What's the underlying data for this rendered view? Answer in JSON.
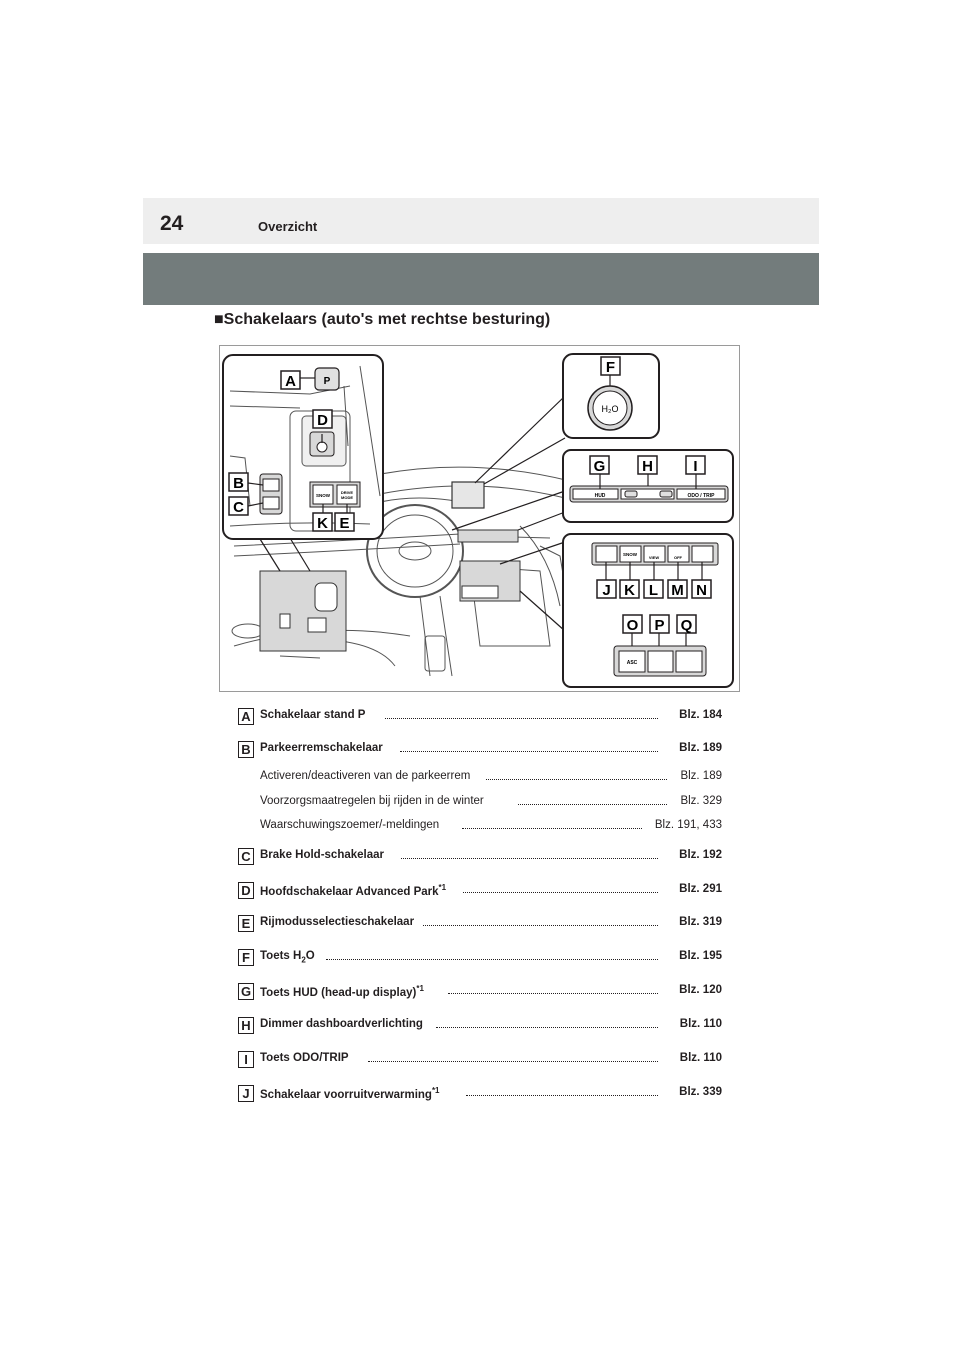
{
  "header": {
    "page_number": "24",
    "chapter": "Overzicht"
  },
  "section": {
    "bullet": "■",
    "title": "Schakelaars (auto's met rechtse besturing)"
  },
  "figure": {
    "callouts": [
      "A",
      "B",
      "C",
      "D",
      "K",
      "E",
      "F",
      "G",
      "H",
      "I",
      "J",
      "K",
      "L",
      "M",
      "N",
      "O",
      "P",
      "Q"
    ],
    "button_labels": {
      "p_button": "P",
      "snow": "SNOW",
      "drive_mode": "DRIVE MODE",
      "h2o": "H₂O",
      "hud": "HUD",
      "odo_trip": "ODO / TRIP",
      "view": "VIEW",
      "off": "OFF",
      "asc": "ASC"
    }
  },
  "index": [
    {
      "letter": "A",
      "label": "Schakelaar stand P",
      "page": "Blz. 184"
    },
    {
      "letter": "B",
      "label": "Parkeerremschakelaar",
      "page": "Blz. 189",
      "subs": [
        {
          "label": "Activeren/deactiveren van de parkeerrem",
          "page": "Blz. 189"
        },
        {
          "label": "Voorzorgsmaatregelen bij rijden in de winter",
          "page": "Blz. 329"
        },
        {
          "label": "Waarschuwingszoemer/-meldingen",
          "page": "Blz. 191, 433"
        }
      ]
    },
    {
      "letter": "C",
      "label": "Brake Hold-schakelaar",
      "page": "Blz. 192"
    },
    {
      "letter": "D",
      "label": "Hoofdschakelaar Advanced Park",
      "sup": "*1",
      "page": "Blz. 291"
    },
    {
      "letter": "E",
      "label": "Rijmodusselectieschakelaar",
      "page": "Blz. 319"
    },
    {
      "letter": "F",
      "label_pre": "Toets H",
      "label_sub": "2",
      "label_post": "O",
      "page": "Blz. 195"
    },
    {
      "letter": "G",
      "label": "Toets HUD (head-up display)",
      "sup": "*1",
      "page": "Blz. 120"
    },
    {
      "letter": "H",
      "label": "Dimmer dashboardverlichting",
      "page": "Blz. 110"
    },
    {
      "letter": "I",
      "label": "Toets ODO/TRIP",
      "page": "Blz. 110"
    },
    {
      "letter": "J",
      "label": "Schakelaar voorruitverwarming",
      "sup": "*1",
      "page": "Blz. 339"
    }
  ]
}
